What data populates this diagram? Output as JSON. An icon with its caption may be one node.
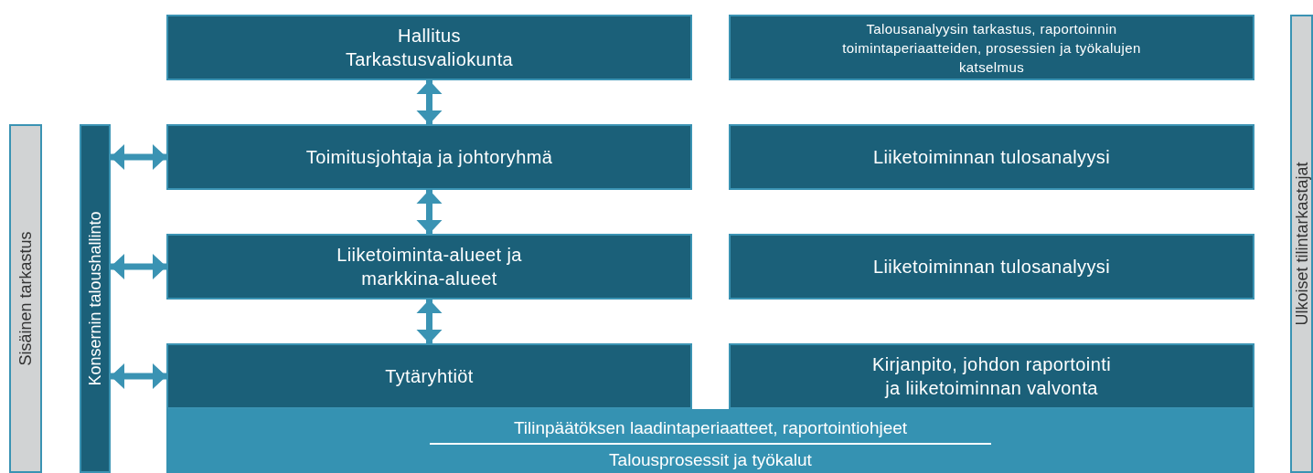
{
  "diagram": {
    "nodes": [
      {
        "text": [
          "Hallitus",
          "Tarkastusvaliokunta"
        ]
      },
      {
        "text": [
          "Talousanalyysin tarkastus, raportoinnin toimintaperiaatteiden, prosessien ja työkalujen katselmus"
        ]
      },
      {
        "text": [
          "Ulkoiset tilintarkastajat"
        ]
      },
      {
        "text": [
          "Sisäinen tarkastus"
        ]
      },
      {
        "text": [
          "Konsernin taloushallinto"
        ]
      },
      {
        "text": [
          "Toimitusjohtaja ja johtoryhmä"
        ]
      },
      {
        "text": [
          "Liiketoiminnan tulosanalyysi"
        ]
      },
      {
        "text": [
          "Liiketoiminta-alueet ja markkina-alueet"
        ]
      },
      {
        "text": [
          "Liiketoiminnan tulosanalyysi"
        ]
      },
      {
        "text": [
          "Tytäryhtiöt"
        ]
      },
      {
        "text": [
          "Kirjanpito, johdon raportointi ja liiketoiminnan valvonta"
        ]
      },
      {
        "text": [
          "Tilinpäätöksen laadintaperiaatteet, raportointiohjeet",
          "Talousprosessit ja työkalut"
        ]
      }
    ],
    "edges": [
      {
        "from": 0,
        "to": 5,
        "arrow": "both"
      },
      {
        "from": 5,
        "to": 7,
        "arrow": "both"
      },
      {
        "from": 7,
        "to": 9,
        "arrow": "both"
      },
      {
        "from": 4,
        "to": 5,
        "arrow": "both"
      },
      {
        "from": 4,
        "to": 7,
        "arrow": "both"
      },
      {
        "from": 4,
        "to": 9,
        "arrow": "both"
      }
    ]
  }
}
